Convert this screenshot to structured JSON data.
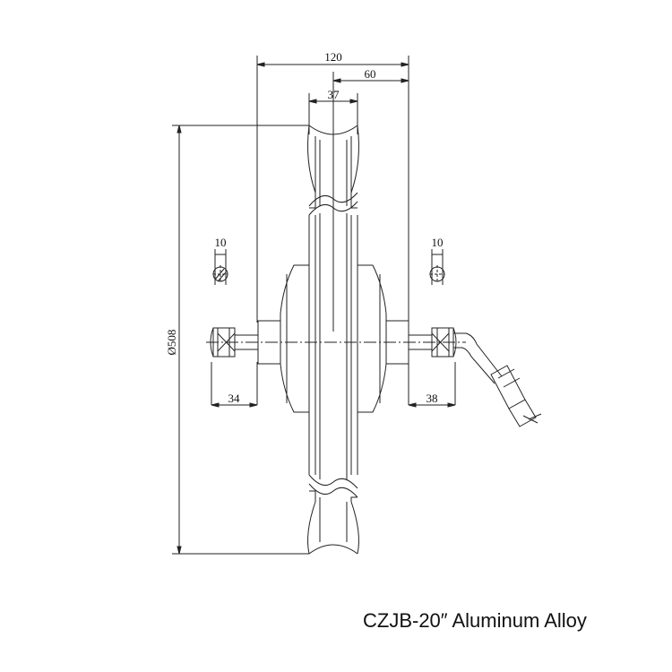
{
  "drawing": {
    "dimensions": {
      "overall_width": "120",
      "half_width": "60",
      "rim_width": "37",
      "left_flat": "10",
      "right_flat": "10",
      "diameter": "Ø508",
      "left_axle": "34",
      "right_axle": "38"
    },
    "caption": "CZJB-20″ Aluminum Alloy"
  }
}
